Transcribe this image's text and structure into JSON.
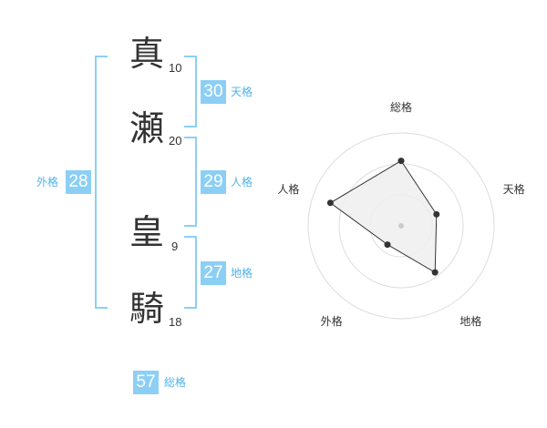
{
  "name_chars": [
    {
      "char": "真",
      "strokes": "10"
    },
    {
      "char": "瀬",
      "strokes": "20"
    },
    {
      "char": "皇",
      "strokes": "9"
    },
    {
      "char": "騎",
      "strokes": "18"
    }
  ],
  "fortunes": {
    "tenkaku": {
      "label": "天格",
      "value": "30"
    },
    "jinkaku": {
      "label": "人格",
      "value": "29"
    },
    "chikaku": {
      "label": "地格",
      "value": "27"
    },
    "gaikaku": {
      "label": "外格",
      "value": "28"
    },
    "soukaku": {
      "label": "総格",
      "value": "57"
    }
  },
  "colors": {
    "accent": "#8ccff5",
    "label": "#4fb3ea",
    "text": "#333333",
    "grid": "#dddddd",
    "fill": "#eeeeee"
  },
  "chart_data": {
    "type": "radar",
    "axes": [
      "総格",
      "天格",
      "地格",
      "外格",
      "人格"
    ],
    "values": [
      0.7,
      0.4,
      0.62,
      0.25,
      0.8
    ],
    "range": [
      0,
      1
    ],
    "rings": 3,
    "grid": true
  }
}
